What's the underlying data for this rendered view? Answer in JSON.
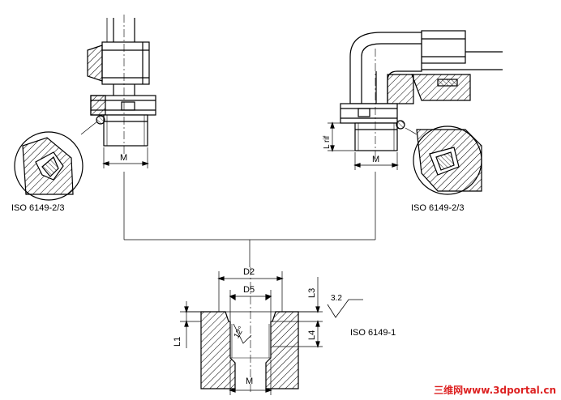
{
  "figure": {
    "left_fitting": {
      "thread_label": "M",
      "standard": "ISO 6149-2/3"
    },
    "right_fitting": {
      "thread_label": "M",
      "length_label": "L rif",
      "standard": "ISO 6149-2/3"
    },
    "port": {
      "d2_label": "D2",
      "d5_label": "D5",
      "l1_label": "L1",
      "l3_label": "L3",
      "l4_label": "L4",
      "angle_label": "12°",
      "thread_label": "M",
      "roughness_label": "3.2",
      "standard": "ISO 6149-1"
    },
    "watermark": "三维网www.3dportal.cn"
  }
}
